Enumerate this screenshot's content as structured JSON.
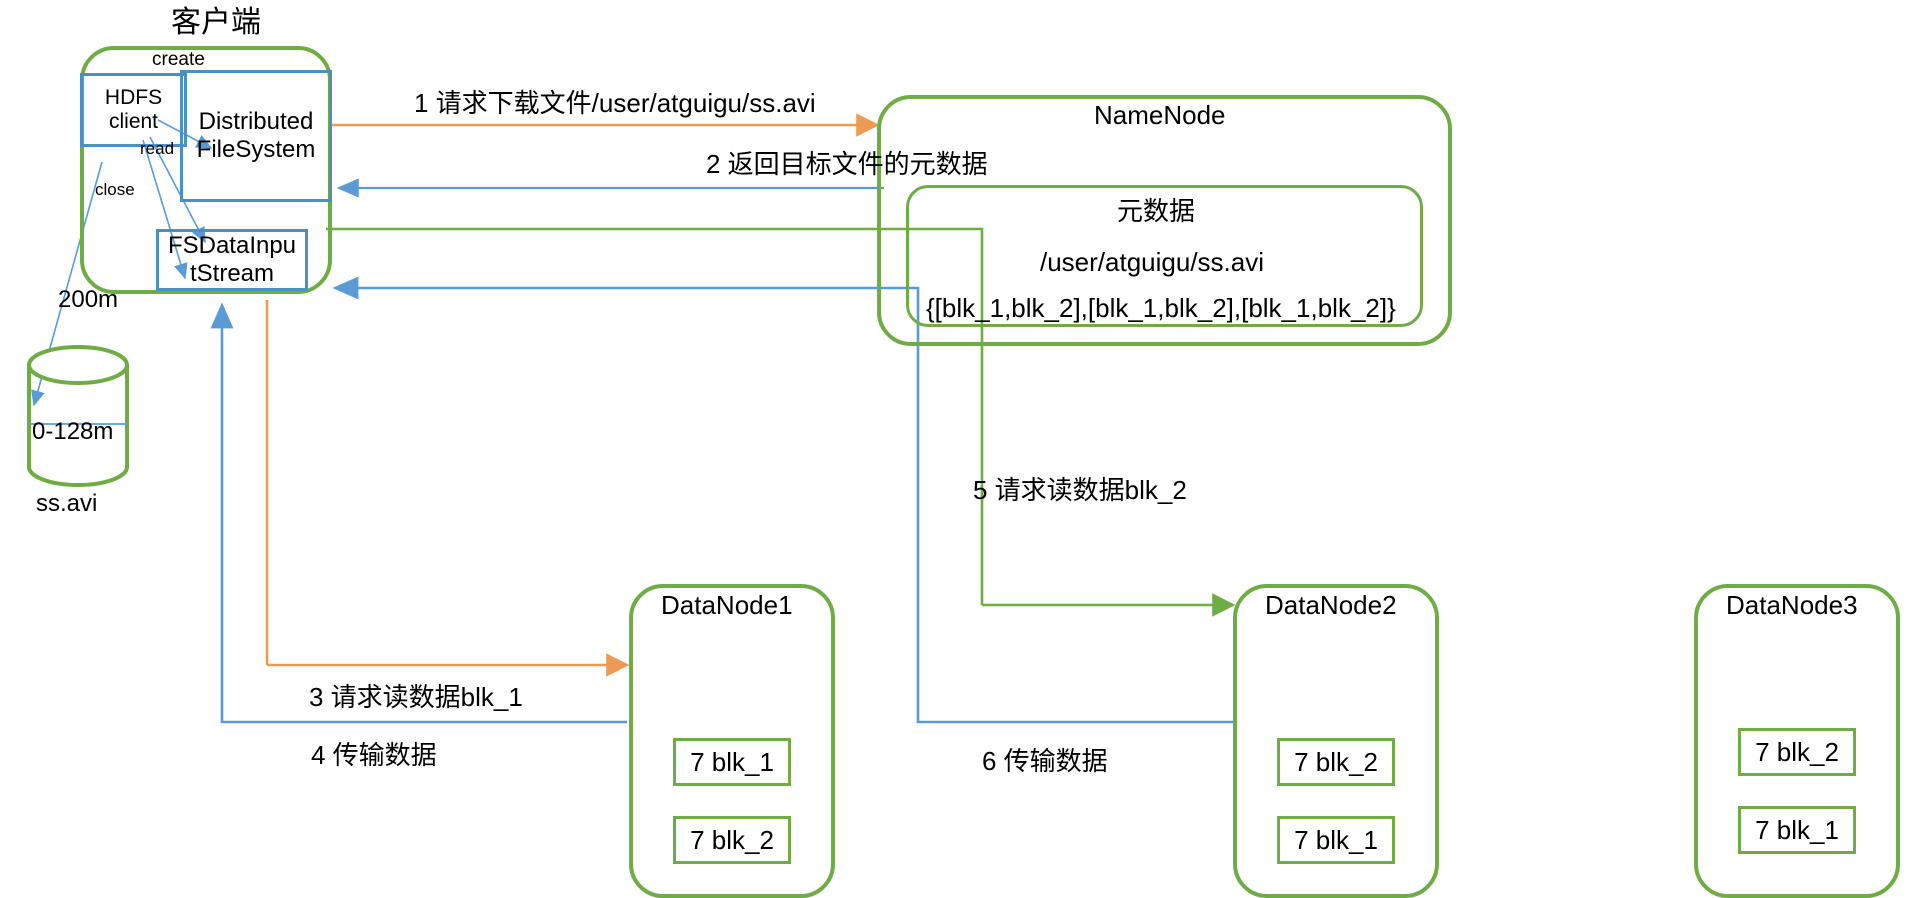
{
  "diagram": {
    "title_client": "客户端",
    "colors": {
      "green": "#6FAC46",
      "blue": "#4A90C4",
      "orange": "#ED9B54",
      "text": "#000000"
    }
  },
  "client": {
    "label": "客户端",
    "hdfs_client": "HDFS\nclient",
    "hdfs_client_line1": "HDFS",
    "hdfs_client_line2": "client",
    "distributed_fs_line1": "Distributed",
    "distributed_fs_line2": "FileSystem",
    "fsdis_line1": "FSDataInpu",
    "fsdis_line2": "tStream",
    "op_create": "create",
    "op_read": "read",
    "op_close": "close"
  },
  "file": {
    "size_label": "200m",
    "block_label": "0-128m",
    "name": "ss.avi"
  },
  "namenode": {
    "title": "NameNode",
    "meta_title": "元数据",
    "meta_path": "/user/atguigu/ss.avi",
    "meta_blocks": "{[blk_1,blk_2],[blk_1,blk_2],[blk_1,blk_2]}"
  },
  "datanodes": [
    {
      "title": "DataNode1",
      "blocks": [
        "7 blk_1",
        "7 blk_2"
      ]
    },
    {
      "title": "DataNode2",
      "blocks": [
        "7 blk_2",
        "7 blk_1"
      ]
    },
    {
      "title": "DataNode3",
      "blocks": [
        "7 blk_2",
        "7 blk_1"
      ]
    }
  ],
  "steps": [
    {
      "n": "1",
      "label": "1 请求下载文件/user/atguigu/ss.avi",
      "color": "orange"
    },
    {
      "n": "2",
      "label": "2 返回目标文件的元数据",
      "color": "blue"
    },
    {
      "n": "3",
      "label": "3 请求读数据blk_1",
      "color": "orange"
    },
    {
      "n": "4",
      "label": "4 传输数据",
      "color": "blue"
    },
    {
      "n": "5",
      "label": "5 请求读数据blk_2",
      "color": "green"
    },
    {
      "n": "6",
      "label": "6 传输数据",
      "color": "blue"
    }
  ]
}
